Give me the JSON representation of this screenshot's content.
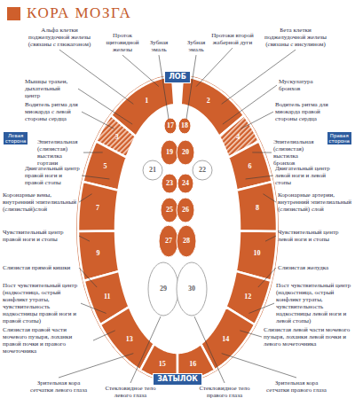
{
  "diagram": {
    "title": "КОРА МОЗГА",
    "nodes": [
      {
        "text": [
          "ЛОБ"
        ]
      },
      {
        "text": [
          "Левая сторона"
        ]
      },
      {
        "text": [
          "Правая сторона"
        ]
      },
      {
        "text": [
          "ЗАТЫЛОК"
        ]
      }
    ],
    "labels": [
      "Альфа клетки поджелудочной железы (связаны с глюкагоном)",
      "Проток щитовидной железы",
      "Зубная эмаль",
      "Зубная эмаль",
      "Протоки второй жаберной дуги",
      "Бета клетки поджелудочной железы (связаны с инсулином)",
      "Мышцы трахеи, дыхательный центр",
      "Мускулатура бронхов",
      "Водитель ритма для миокарда с левой стороны сердца",
      "Водитель ритма для миокарда правой стороны сердца",
      "Эпителиальная (слизистая) выстилка гортани",
      "Эпителиальная (слизистая) выстилка бронхов",
      "Двигательный центр правой ноги и правой стопы",
      "Двигательный центр левой ноги и левой стопы",
      "Коронарные вены, внутренний эпителиальный (слизистый)слой",
      "Коронарные артерии, внутренний эпителиальный (слизистый) слой",
      "Чувствительный центр правой ноги и стопы",
      "Чувствительный центр левой ноги и стопы",
      "Слизистая прямой кишки",
      "Слизистая желудка",
      "Пост чувствительный центр (надкостница, острый конфликт утраты, чувствительность надкостницы правой ноги и правой стопы)",
      "Пост чувствительный центр (надкостница, острый конфликт утраты, чувствительность надкостницы левой ноги и левой стопы)",
      "Слизистая правой части мочевого пузыря, лоханки правой почки и правого мочеточника",
      "Слизистая левой части мочевого пузыря, лоханки левой почки и левого мочеточника",
      "Зрительная кора сетчатки левого глаза",
      "Стекловидное тело левого глаза",
      "Стекловидное тело правого глаза",
      "Зрительная кора сетчатки правого глаза",
      "1",
      "2",
      "3",
      "4",
      "5",
      "6",
      "7",
      "8",
      "9",
      "10",
      "11",
      "12",
      "13",
      "14",
      "15",
      "16",
      "17",
      "18",
      "19",
      "20",
      "21",
      "22",
      "23",
      "24",
      "25",
      "26",
      "27",
      "28",
      "29",
      "30"
    ]
  }
}
